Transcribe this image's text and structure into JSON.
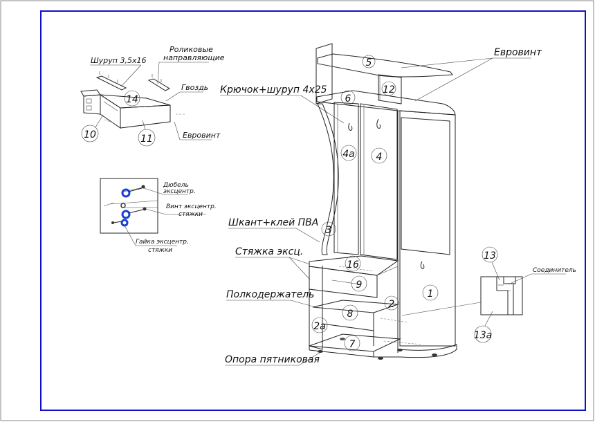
{
  "diagram": {
    "callouts": {
      "eurovint_top": "Евровинт",
      "hook": "Крючок+шуруп 4х25",
      "dowel": "Шкант+клей ПВА",
      "eccentric_tie": "Стяжка эксц.",
      "shelf_holder": "Полкодержатель",
      "foot": "Опора пятниковая"
    },
    "drawer_detail": {
      "screw": "Шуруп 3,5х16",
      "roller_guides_line1": "Роликовые",
      "roller_guides_line2": "направляющие",
      "nail": "Гвоздь",
      "eurovint": "Евровинт"
    },
    "eccentric_detail": {
      "dowel_line1": "Дюбель",
      "dowel_line2": "эксцентр.",
      "screw_line1": "Винт эксцентр.",
      "screw_line2": "стяжки",
      "nut_line1": "Гайка эксцентр.",
      "nut_line2": "стяжки"
    },
    "connector_detail": {
      "connector": "Соединитель",
      "num_13": "13",
      "num_13a": "13а"
    },
    "part_numbers": {
      "n1": "1",
      "n2": "2",
      "n2a": "2а",
      "n3": "3",
      "n4": "4",
      "n4a": "4а",
      "n5": "5",
      "n6": "6",
      "n7": "7",
      "n8": "8",
      "n9": "9",
      "n10": "10",
      "n11": "11",
      "n12": "12",
      "n14": "14",
      "n16": "16"
    }
  }
}
